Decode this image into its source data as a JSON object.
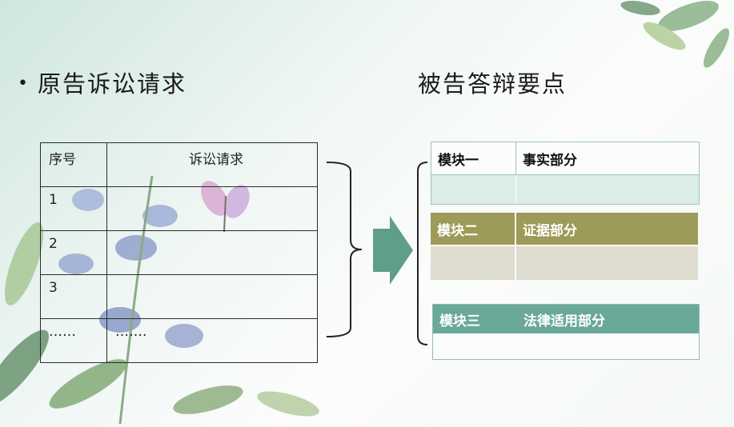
{
  "left": {
    "bullet": "•",
    "heading": "原告诉讼请求",
    "table": {
      "headers": [
        "序号",
        "诉讼请求"
      ],
      "rows": [
        [
          "1",
          ""
        ],
        [
          "2",
          ""
        ],
        [
          "3",
          ""
        ],
        [
          "……",
          "……."
        ]
      ]
    }
  },
  "right": {
    "heading": "被告答辩要点",
    "modules": [
      {
        "label": "模块一",
        "title": "事实部分"
      },
      {
        "label": "模块二",
        "title": "证据部分"
      },
      {
        "label": "模块三",
        "title": "法律适用部分"
      }
    ]
  },
  "colors": {
    "module1": "#fbfdfc",
    "module2": "#9e9a57",
    "module3": "#6aa897",
    "arrow": "#5f9e8a"
  }
}
